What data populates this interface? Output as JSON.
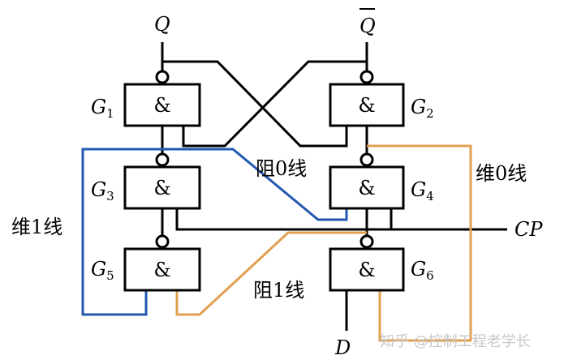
{
  "diagram": {
    "type": "edge-triggered D flip-flop (maintain-block lines)",
    "colors": {
      "wire": "#000000",
      "blue_line": "#2158b0",
      "orange_line": "#e0a050"
    },
    "gates": [
      {
        "id": "G1",
        "name": "G",
        "sub": "1",
        "symbol": "&"
      },
      {
        "id": "G2",
        "name": "G",
        "sub": "2",
        "symbol": "&"
      },
      {
        "id": "G3",
        "name": "G",
        "sub": "3",
        "symbol": "&"
      },
      {
        "id": "G4",
        "name": "G",
        "sub": "4",
        "symbol": "&"
      },
      {
        "id": "G5",
        "name": "G",
        "sub": "5",
        "symbol": "&"
      },
      {
        "id": "G6",
        "name": "G",
        "sub": "6",
        "symbol": "&"
      }
    ],
    "signals": {
      "q": "Q",
      "q_bar": "Q",
      "cp": "CP",
      "d": "D"
    },
    "annotations": {
      "block0": "阻0线",
      "maintain0": "维0线",
      "maintain1": "维1线",
      "block1": "阻1线"
    },
    "watermark": "知乎 @控制工程老学长"
  }
}
